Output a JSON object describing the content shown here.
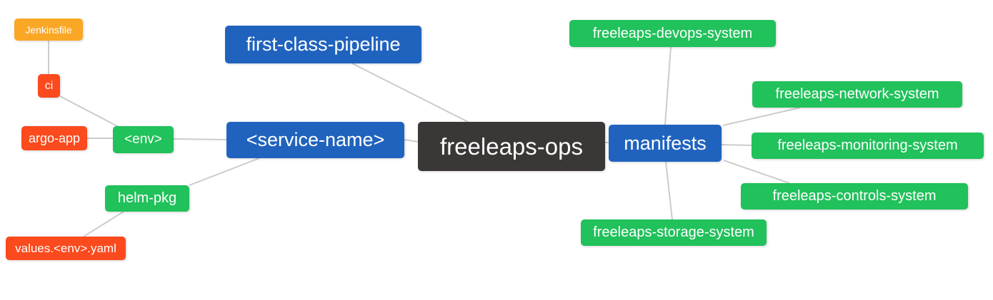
{
  "diagram": {
    "type": "mindmap",
    "root": "freeleaps-ops",
    "colors": {
      "primary_blue": "#2063be",
      "green": "#21c15b",
      "orange": "#faa726",
      "red": "#fb4a1d",
      "dark": "#3b3736",
      "edge_gray": "#cccccc"
    },
    "nodes": {
      "ops": {
        "label": "freeleaps-ops",
        "color": "#3b3736"
      },
      "fcp": {
        "label": "first-class-pipeline",
        "color": "#2063be"
      },
      "service": {
        "label": "<service-name>",
        "color": "#2063be"
      },
      "manifests": {
        "label": "manifests",
        "color": "#2063be"
      },
      "env": {
        "label": "<env>",
        "color": "#21c15b"
      },
      "ci": {
        "label": "ci",
        "color": "#fb4a1d"
      },
      "jenkinsfile": {
        "label": "Jenkinsfile",
        "color": "#faa726"
      },
      "argo_app": {
        "label": "argo-app",
        "color": "#fb4a1d"
      },
      "helm_pkg": {
        "label": "helm-pkg",
        "color": "#21c15b"
      },
      "values": {
        "label": "values.<env>.yaml",
        "color": "#fb4a1d"
      },
      "devops": {
        "label": "freeleaps-devops-system",
        "color": "#21c15b"
      },
      "network": {
        "label": "freeleaps-network-system",
        "color": "#21c15b"
      },
      "monitoring": {
        "label": "freeleaps-monitoring-system",
        "color": "#21c15b"
      },
      "controls": {
        "label": "freeleaps-controls-system",
        "color": "#21c15b"
      },
      "storage": {
        "label": "freeleaps-storage-system",
        "color": "#21c15b"
      }
    },
    "edges": [
      [
        "jenkinsfile",
        "ci"
      ],
      [
        "ci",
        "env"
      ],
      [
        "argo_app",
        "env"
      ],
      [
        "env",
        "service"
      ],
      [
        "first-class-pipeline",
        "ops"
      ],
      [
        "service",
        "ops"
      ],
      [
        "service",
        "helm_pkg"
      ],
      [
        "helm_pkg",
        "values"
      ],
      [
        "ops",
        "manifests"
      ],
      [
        "manifests",
        "devops"
      ],
      [
        "manifests",
        "network"
      ],
      [
        "manifests",
        "monitoring"
      ],
      [
        "manifests",
        "controls"
      ],
      [
        "manifests",
        "storage"
      ]
    ]
  }
}
